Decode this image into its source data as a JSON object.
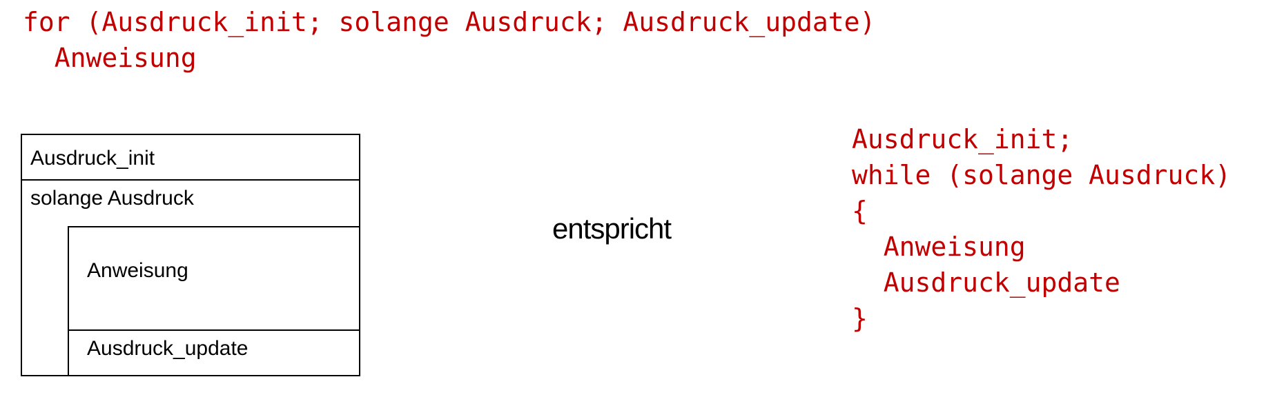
{
  "for_code": {
    "lines": [
      "for (Ausdruck_init; solange Ausdruck; Ausdruck_update)",
      "  Anweisung"
    ]
  },
  "struktogramm": {
    "init": "Ausdruck_init",
    "condition": "solange Ausdruck",
    "statement": "Anweisung",
    "update": "Ausdruck_update"
  },
  "equivalence_label": "entspricht",
  "while_code": {
    "lines": [
      "Ausdruck_init;",
      "while (solange Ausdruck)",
      "{",
      "  Anweisung",
      "  Ausdruck_update",
      "}"
    ]
  },
  "colors": {
    "code": "#c00000",
    "diagram_line": "#000000",
    "background": "#ffffff"
  }
}
